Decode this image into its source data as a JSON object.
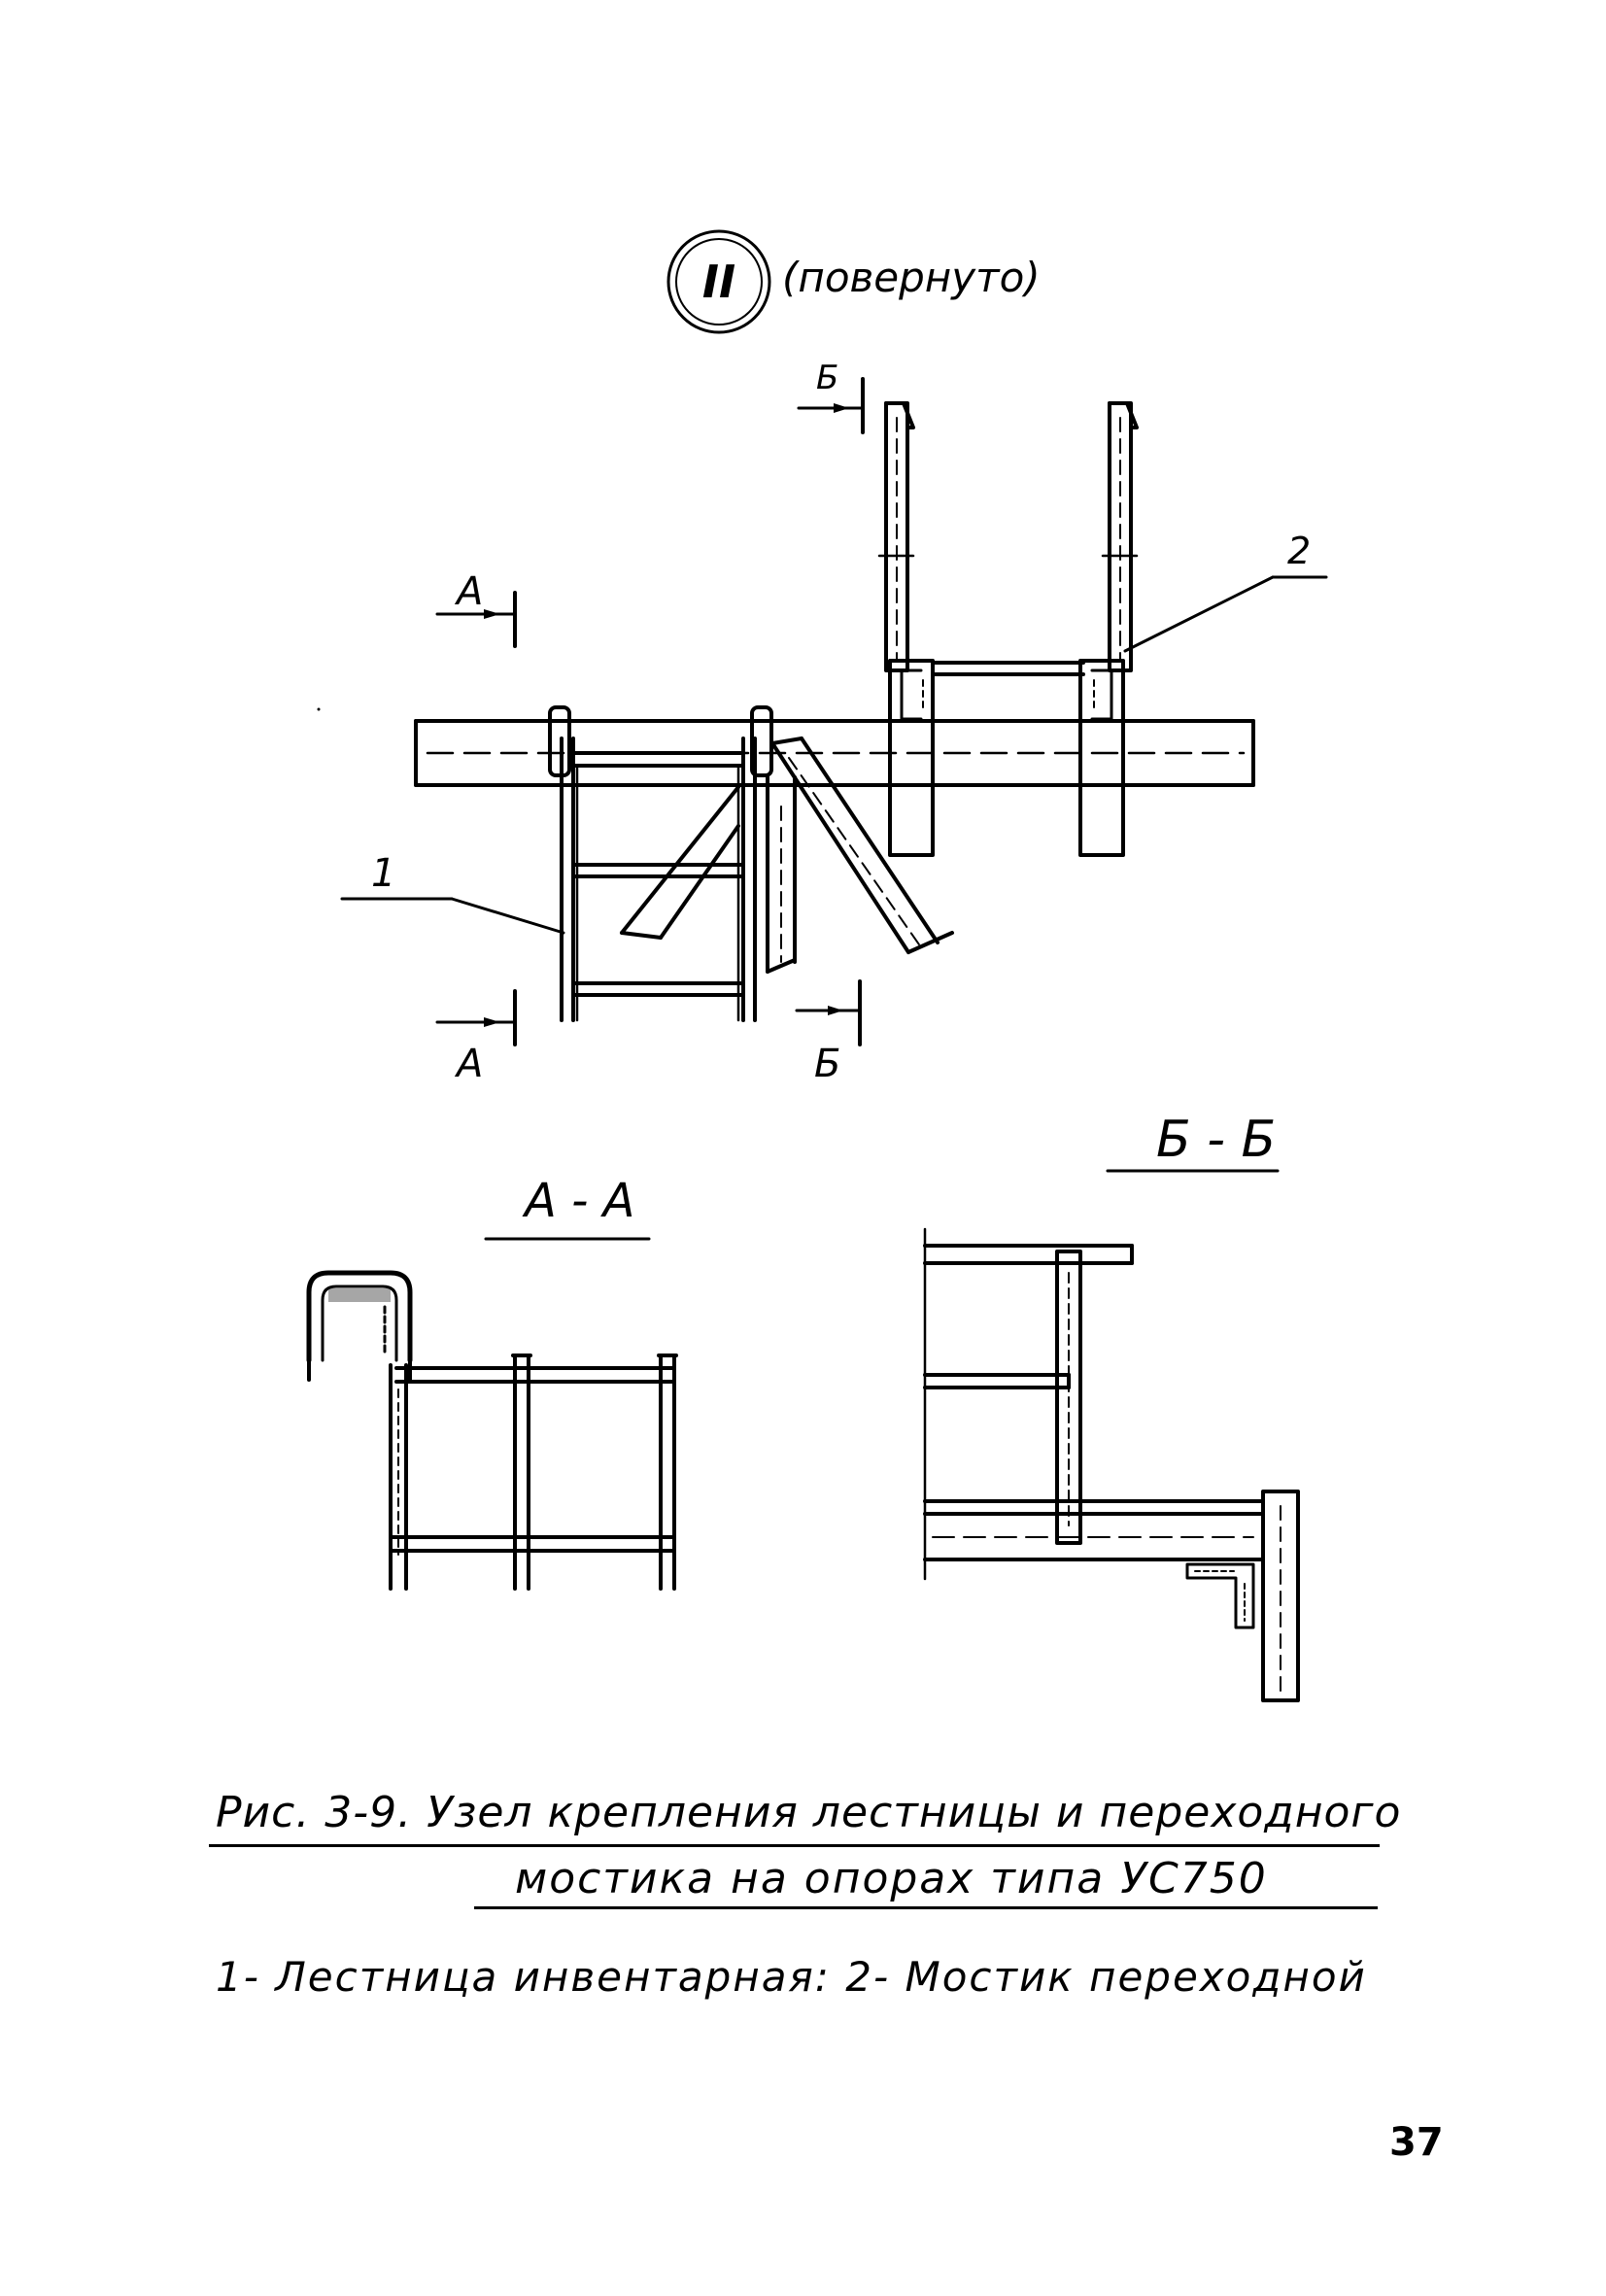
{
  "detail_marker": {
    "numeral": "II",
    "note": "(повернуто)"
  },
  "section_marks": {
    "a": "А",
    "b": "Б"
  },
  "callouts": {
    "ladder": "1",
    "bridge": "2"
  },
  "section_titles": {
    "a_a": "А - А",
    "b_b": "Б - Б"
  },
  "caption": {
    "line1": "Рис. 3-9. Узел крепления лестницы и переходного",
    "line2": "мостика на опорах типа УС750"
  },
  "legend": "1- Лестница инвентарная: 2- Мостик переходной",
  "page_number": "37"
}
